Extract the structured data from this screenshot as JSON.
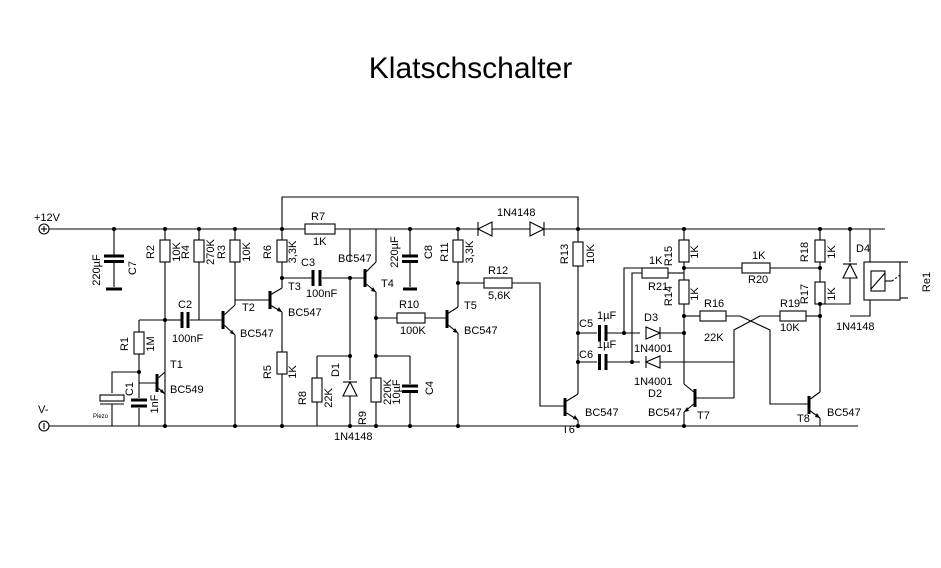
{
  "title": "Klatschschalter",
  "rails": {
    "plus": "+12V",
    "minus": "V-"
  },
  "labels": {
    "R1": "R1",
    "R1v": "1M",
    "R2": "R2",
    "R2v": "10K",
    "R3": "R3",
    "R3v": "10K",
    "R4": "R4",
    "R4v": "270K",
    "R5": "R5",
    "R5v": "1K",
    "R6": "R6",
    "R6v": "3,3K",
    "R7": "R7",
    "R7v": "1K",
    "R8": "R8",
    "R8v": "22K",
    "R9": "R9",
    "R9v": "220K",
    "R10": "R10",
    "R10v": "100K",
    "R11": "R11",
    "R11v": "3,3K",
    "R12": "R12",
    "R12v": "5,6K",
    "R13": "R13",
    "R13v": "10K",
    "R14": "R14",
    "R14v": "1K",
    "R15": "R15",
    "R15v": "1K",
    "R16": "R16",
    "R16v": "22K",
    "R17": "R17",
    "R17v": "1K",
    "R18": "R18",
    "R18v": "1K",
    "R19": "R19",
    "R19v": "10K",
    "R20": "R20",
    "R20v": "1K",
    "R21": "R21",
    "R21v": "1K",
    "C1": "C1",
    "C1v": "Piezo",
    "C2": "C2",
    "C2v": "100nF",
    "C3": "C3",
    "C3v": "100nF",
    "C4": "C4",
    "C4v": "10µF",
    "C5": "C5",
    "C5v": "1µF",
    "C6": "C6",
    "C6v": "1µF",
    "C7": "C7",
    "C7v": "220µF",
    "C8": "C8",
    "C8v": "220µF",
    "Cx": "1nF",
    "D1": "D1",
    "D1v": "1N4148",
    "D2": "D2",
    "D2v": "1N4001",
    "D3": "D3",
    "D3v": "1N4001",
    "D4": "D4",
    "D4v": "1N4148",
    "Dtop": "1N4148",
    "T1": "T1",
    "T1v": "BC549",
    "T2": "T2",
    "T2v": "BC547",
    "T3": "T3",
    "T3v": "BC547",
    "T4": "T4",
    "T4v": "BC547",
    "T5": "T5",
    "T5v": "BC547",
    "T6": "T6",
    "T6v": "BC547",
    "T7": "T7",
    "T7v": "BC547",
    "T8": "T8",
    "T8v": "BC547",
    "Re1": "Re1"
  }
}
